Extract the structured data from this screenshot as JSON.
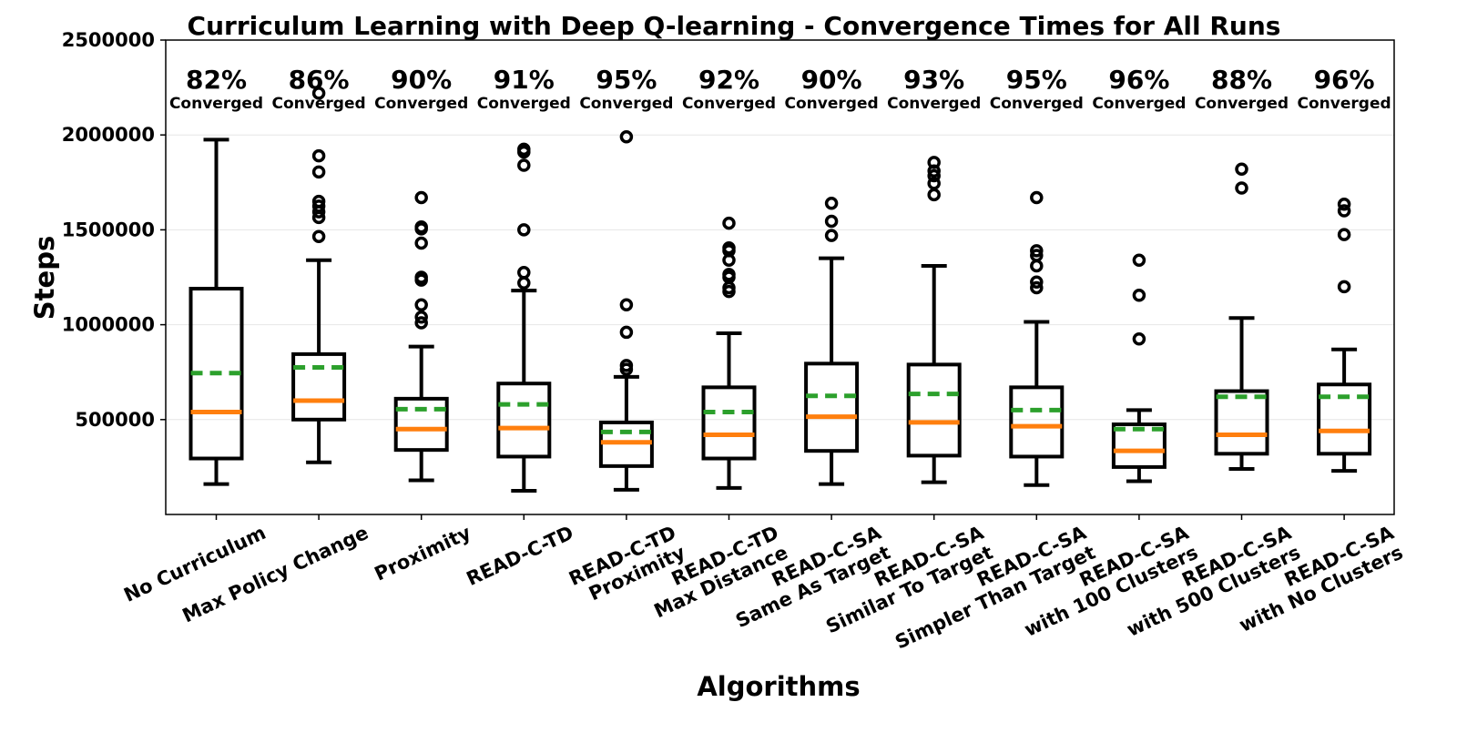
{
  "chart_data": {
    "type": "box",
    "title": "Curriculum Learning with Deep Q-learning - Convergence Times for All Runs",
    "xlabel": "Algorithms",
    "ylabel": "Steps",
    "ylim": [
      0,
      2500000
    ],
    "yticks": [
      500000,
      1000000,
      1500000,
      2000000,
      2500000
    ],
    "ytick_labels": [
      "500000",
      "1000000",
      "1500000",
      "2000000",
      "2500000"
    ],
    "grid": "horizontal",
    "converged_word": "Converged",
    "colors": {
      "box": "#000000",
      "median": "#ff7f0e",
      "mean": "#2ca02c",
      "grid": "#e6e6e6"
    },
    "categories": [
      [
        "No Curriculum"
      ],
      [
        "Max Policy Change"
      ],
      [
        "Proximity"
      ],
      [
        "READ-C-TD"
      ],
      [
        "READ-C-TD",
        "Proximity"
      ],
      [
        "READ-C-TD",
        "Max Distance"
      ],
      [
        "READ-C-SA",
        "Same As Target"
      ],
      [
        "READ-C-SA",
        "Similar To Target"
      ],
      [
        "READ-C-SA",
        "Simpler Than Target"
      ],
      [
        "READ-C-SA",
        "with 100 Clusters"
      ],
      [
        "READ-C-SA",
        "with 500 Clusters"
      ],
      [
        "READ-C-SA",
        "with No Clusters"
      ]
    ],
    "converged_pct": [
      "82%",
      "86%",
      "90%",
      "91%",
      "95%",
      "92%",
      "90%",
      "93%",
      "95%",
      "96%",
      "88%",
      "96%"
    ],
    "boxes": [
      {
        "whislo": 160000,
        "q1": 295000,
        "med": 540000,
        "q3": 1190000,
        "whishi": 1975000,
        "mean": 745000,
        "fliers": []
      },
      {
        "whislo": 275000,
        "q1": 500000,
        "med": 600000,
        "q3": 845000,
        "whishi": 1340000,
        "mean": 775000,
        "fliers": [
          2220000,
          1890000,
          1805000,
          1650000,
          1625000,
          1595000,
          1565000,
          1465000
        ]
      },
      {
        "whislo": 180000,
        "q1": 340000,
        "med": 450000,
        "q3": 610000,
        "whishi": 885000,
        "mean": 555000,
        "fliers": [
          1670000,
          1515000,
          1505000,
          1430000,
          1250000,
          1235000,
          1105000,
          1040000,
          1010000
        ]
      },
      {
        "whislo": 125000,
        "q1": 305000,
        "med": 455000,
        "q3": 690000,
        "whishi": 1180000,
        "mean": 580000,
        "fliers": [
          1925000,
          1910000,
          1840000,
          1500000,
          1275000,
          1220000
        ]
      },
      {
        "whislo": 130000,
        "q1": 255000,
        "med": 380000,
        "q3": 485000,
        "whishi": 725000,
        "mean": 435000,
        "fliers": [
          1990000,
          1105000,
          960000,
          785000,
          765000
        ]
      },
      {
        "whislo": 140000,
        "q1": 295000,
        "med": 420000,
        "q3": 670000,
        "whishi": 955000,
        "mean": 540000,
        "fliers": [
          1535000,
          1405000,
          1390000,
          1340000,
          1265000,
          1250000,
          1195000,
          1175000
        ]
      },
      {
        "whislo": 160000,
        "q1": 335000,
        "med": 515000,
        "q3": 795000,
        "whishi": 1350000,
        "mean": 625000,
        "fliers": [
          1640000,
          1545000,
          1470000
        ]
      },
      {
        "whislo": 170000,
        "q1": 310000,
        "med": 485000,
        "q3": 790000,
        "whishi": 1310000,
        "mean": 635000,
        "fliers": [
          1855000,
          1810000,
          1785000,
          1745000,
          1685000
        ]
      },
      {
        "whislo": 155000,
        "q1": 305000,
        "med": 465000,
        "q3": 670000,
        "whishi": 1015000,
        "mean": 550000,
        "fliers": [
          1670000,
          1390000,
          1365000,
          1310000,
          1225000,
          1195000
        ]
      },
      {
        "whislo": 175000,
        "q1": 250000,
        "med": 335000,
        "q3": 475000,
        "whishi": 550000,
        "mean": 450000,
        "fliers": [
          1340000,
          1155000,
          925000
        ]
      },
      {
        "whislo": 240000,
        "q1": 320000,
        "med": 420000,
        "q3": 650000,
        "whishi": 1035000,
        "mean": 620000,
        "fliers": [
          1820000,
          1720000
        ]
      },
      {
        "whislo": 230000,
        "q1": 320000,
        "med": 440000,
        "q3": 685000,
        "whishi": 870000,
        "mean": 620000,
        "fliers": [
          1635000,
          1600000,
          1475000,
          1200000
        ]
      }
    ]
  }
}
